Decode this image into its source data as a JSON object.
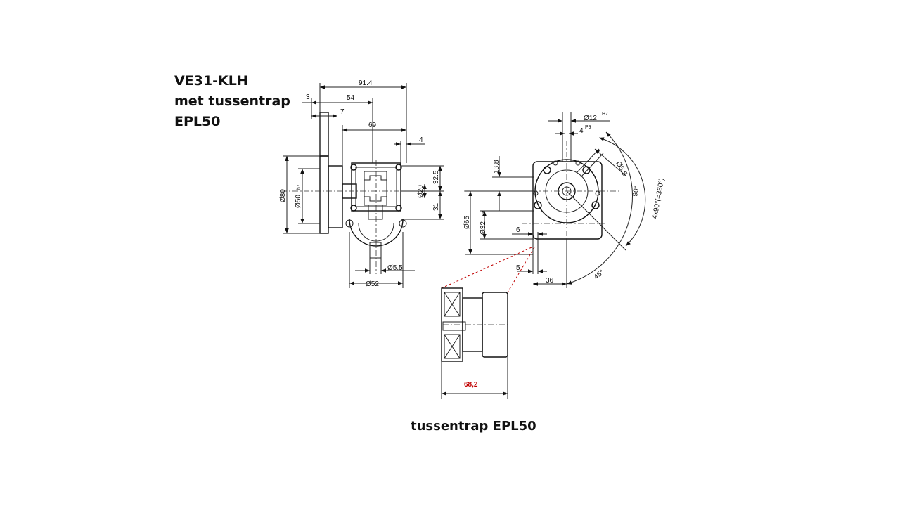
{
  "slide": {
    "title_lines": [
      "VE31-KLH",
      "met tussentrap",
      "EPL50"
    ],
    "caption": "tussentrap EPL50"
  },
  "dimensions": {
    "d_91_4": "91.4",
    "d_3": "3",
    "d_54": "54",
    "d_7": "7",
    "d_69": "69",
    "d_4": "4",
    "d_32_5": "32.5",
    "d_31": "31",
    "d_phi20": "Ø20",
    "d_phi80": "Ø80",
    "d_phi50": "Ø50",
    "d_phi50_tol": "h7",
    "d_phi5_5_side": "Ø5.5",
    "d_phi52": "Ø52",
    "d_phi12": "Ø12",
    "d_phi12_tol": "H7",
    "d_4p9": "4",
    "d_4p9_tol": "P9",
    "d_13_8": "13.8",
    "d_phi5_5_front": "Ø5.5",
    "d_phi65": "Ø65",
    "d_phi32": "Ø32",
    "d_phi32_tol": "F8",
    "d_6": "6",
    "d_5": "5",
    "d_36": "36",
    "d_90deg": "90°",
    "d_4x90": "4x90°(=360°)",
    "d_45deg": "45°",
    "d_68_2": "68,2"
  },
  "colors": {
    "detail_dim": "#c00000",
    "line": "#222222"
  }
}
